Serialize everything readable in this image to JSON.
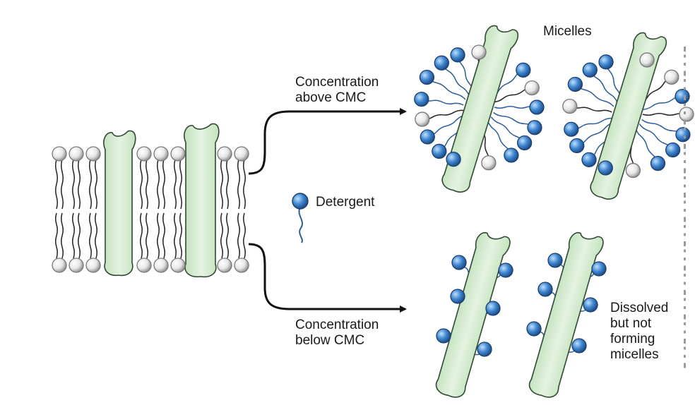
{
  "labels": {
    "above": [
      "Concentration",
      "above CMC"
    ],
    "below": [
      "Concentration",
      "below CMC"
    ],
    "micelles": "Micelles",
    "detergent": "Detergent",
    "dissolved": [
      "Dissolved",
      "but not",
      "forming",
      "micelles"
    ]
  },
  "colors": {
    "protein_fill": "#d6ecd2",
    "protein_stroke": "#2f4a33",
    "detergent_head": "#3f86cf",
    "detergent_tail": "#2a5d9a",
    "lipid_head": "#ececec",
    "arrow": "#111111"
  }
}
